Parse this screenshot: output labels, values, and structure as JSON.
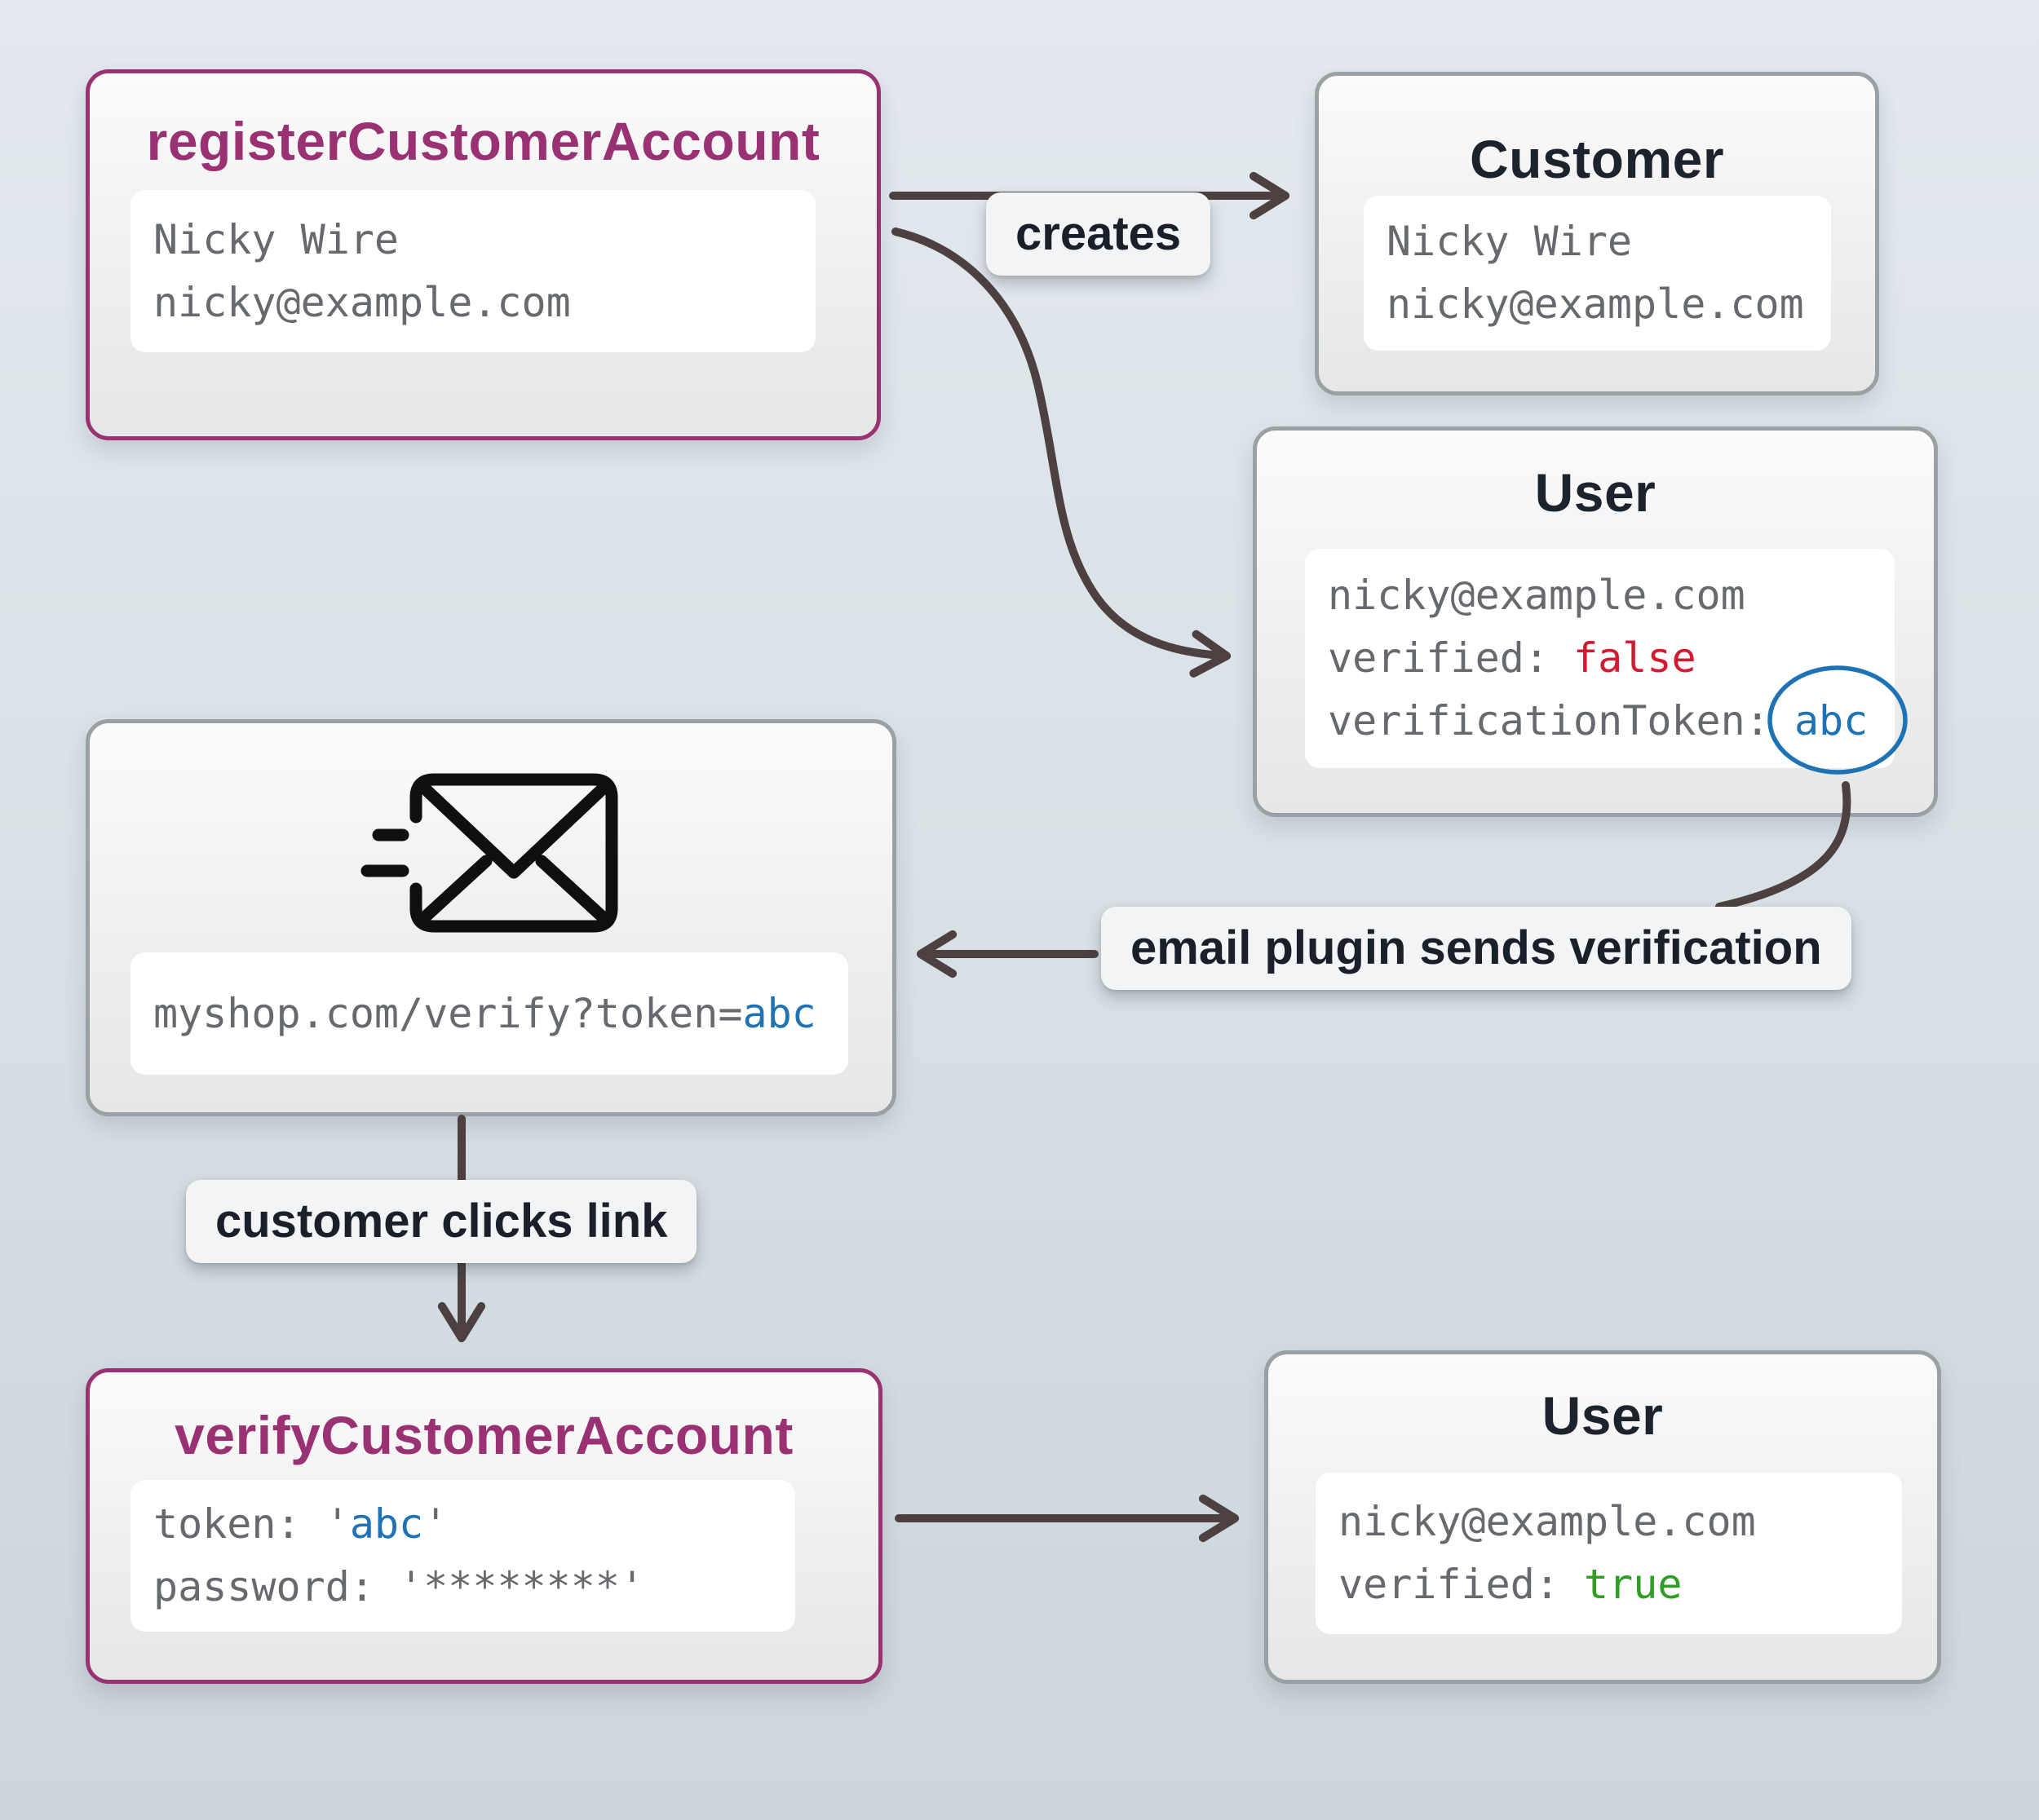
{
  "colors": {
    "accent_purple": "#993173",
    "title_dark": "#1d232c",
    "code_gray": "#66696d",
    "false_red": "#d01b31",
    "token_blue": "#1f73b4",
    "true_green": "#2f9e24",
    "arrow": "#4c4140",
    "border_gray": "#9aa1a4",
    "background_top": "#e3e9ee",
    "background_bottom": "#cbd5db"
  },
  "icons": {
    "email_send": "email-send-icon"
  },
  "nodes": {
    "register": {
      "title": "registerCustomerAccount",
      "name": "Nicky Wire",
      "email": "nicky@example.com"
    },
    "customer": {
      "title": "Customer",
      "name": "Nicky Wire",
      "email": "nicky@example.com"
    },
    "user_before": {
      "title": "User",
      "email": "nicky@example.com",
      "verified_label": "verified:",
      "verified_value": "false",
      "token_label": "verificationToken:",
      "token_value": "abc"
    },
    "email_message": {
      "url_prefix": "myshop.com/verify?token=",
      "url_token": "abc"
    },
    "verify": {
      "title": "verifyCustomerAccount",
      "token_label": "token:",
      "quote": "'",
      "token_value": "abc",
      "password_label": "password:",
      "password_value": "'********'"
    },
    "user_after": {
      "title": "User",
      "email": "nicky@example.com",
      "verified_label": "verified:",
      "verified_value": "true"
    }
  },
  "labels": {
    "creates": "creates",
    "email_plugin": "email plugin sends verification",
    "customer_clicks": "customer clicks link"
  }
}
